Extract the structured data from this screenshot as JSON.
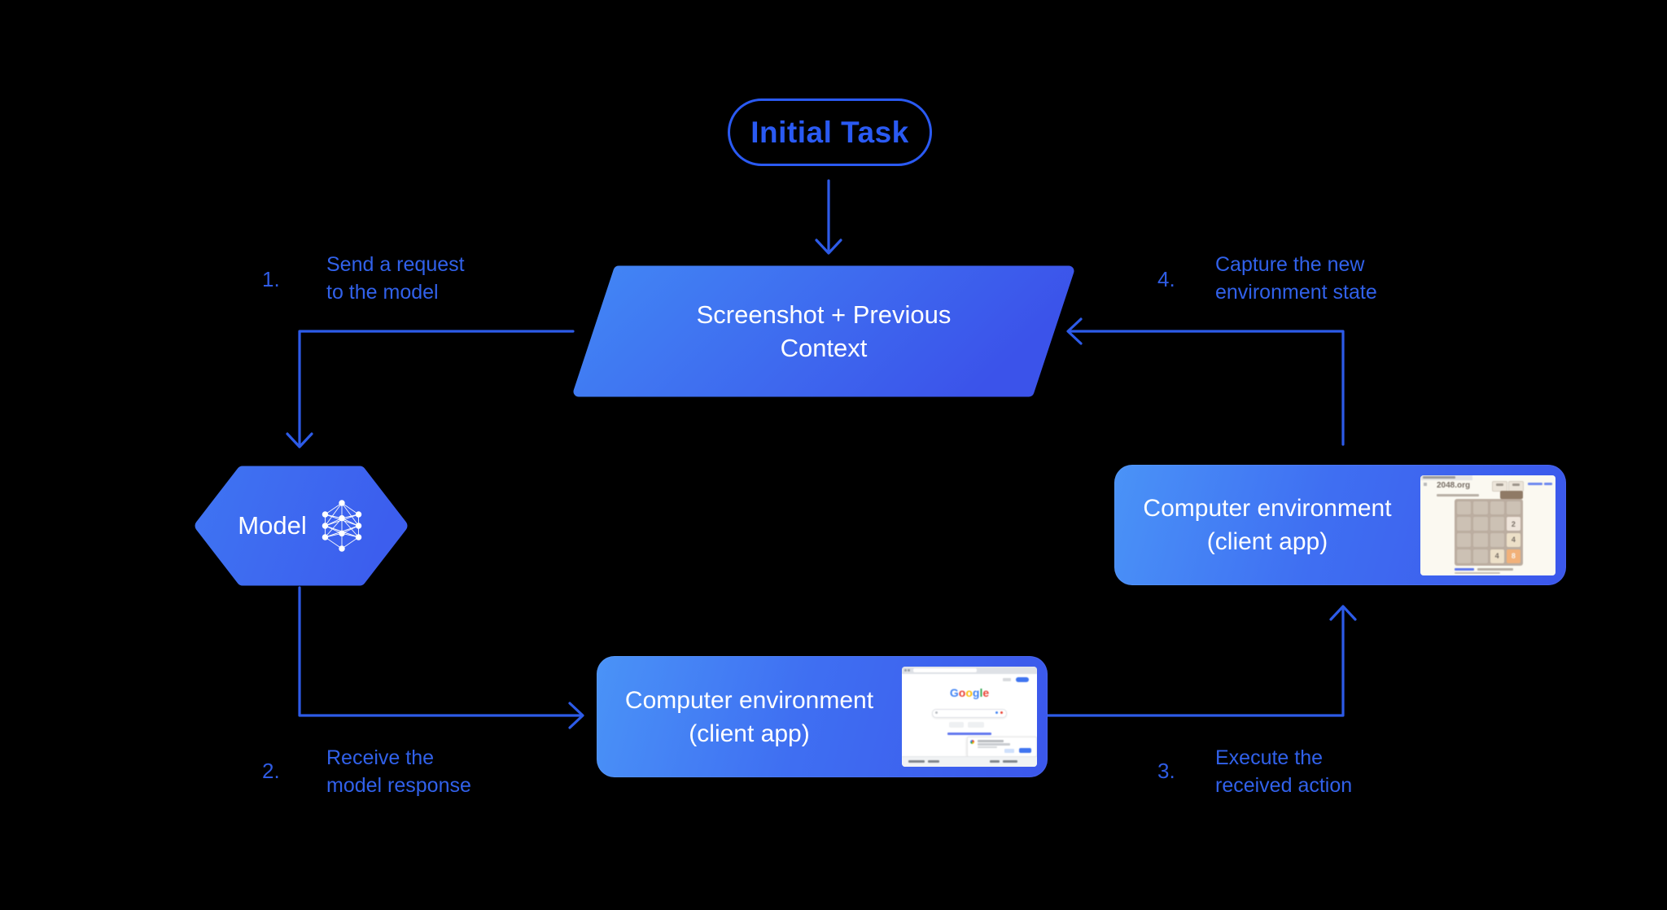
{
  "canvas": {
    "background": "#000000"
  },
  "colors": {
    "accent_blue": "#2d5be8",
    "pill_blue": "#2a5af3",
    "label_blue": "#3161ea",
    "shape_gradient_light": "#4a93f7",
    "shape_gradient_dark": "#3b57eb",
    "text_white": "#ffffff"
  },
  "nodes": {
    "initial_task": {
      "label": "Initial Task"
    },
    "screenshot_context": {
      "line1": "Screenshot + Previous",
      "line2": "Context"
    },
    "model": {
      "label": "Model",
      "icon": "neural-network-icon"
    },
    "computer_env_right": {
      "line1": "Computer environment",
      "line2": "(client app)",
      "thumbnail": "2048-game-screenshot"
    },
    "computer_env_bottom": {
      "line1": "Computer environment",
      "line2": "(client app)",
      "thumbnail": "google-home-screenshot"
    }
  },
  "steps": [
    {
      "number": "1.",
      "line1": "Send a request",
      "line2": "to the model"
    },
    {
      "number": "2.",
      "line1": "Receive the",
      "line2": "model response"
    },
    {
      "number": "3.",
      "line1": "Execute the",
      "line2": "received action"
    },
    {
      "number": "4.",
      "line1": "Capture the new",
      "line2": "environment state"
    }
  ],
  "thumbnails": {
    "game_2048": {
      "site": "2048.org",
      "tiles": [
        {
          "row": 2,
          "col": 4,
          "value": "2",
          "cls": "t2"
        },
        {
          "row": 3,
          "col": 4,
          "value": "4",
          "cls": "t4"
        },
        {
          "row": 4,
          "col": 3,
          "value": "4",
          "cls": "t4"
        },
        {
          "row": 4,
          "col": 4,
          "value": "8",
          "cls": "t8"
        }
      ]
    },
    "google": {
      "logo_letters": [
        {
          "ch": "G",
          "color": "#4285F4"
        },
        {
          "ch": "o",
          "color": "#EA4335"
        },
        {
          "ch": "o",
          "color": "#FBBC05"
        },
        {
          "ch": "g",
          "color": "#4285F4"
        },
        {
          "ch": "l",
          "color": "#34A853"
        },
        {
          "ch": "e",
          "color": "#EA4335"
        }
      ]
    }
  }
}
